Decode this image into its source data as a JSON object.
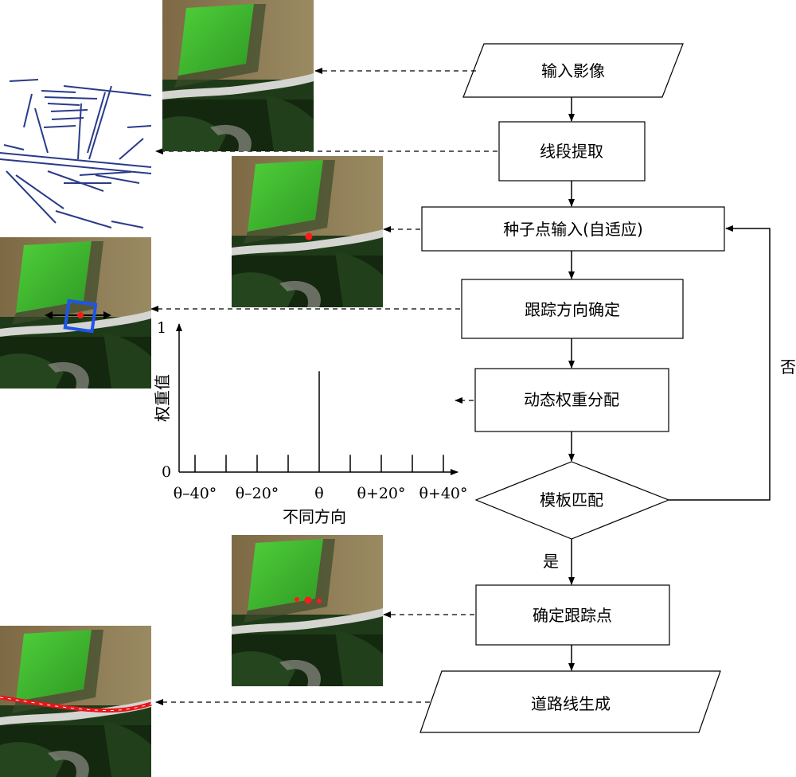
{
  "flowchart": {
    "input_image": "输入影像",
    "line_extraction": "线段提取",
    "seed_input": "种子点输入(自适应)",
    "direction": "跟踪方向确定",
    "weighting": "动态权重分配",
    "matching": "模板匹配",
    "tracking_point": "确定跟踪点",
    "road_generation": "道路线生成",
    "yes_label": "是",
    "no_label": "否"
  },
  "weight_chart": {
    "ylabel": "权重值",
    "xlabel": "不同方向",
    "y_top_label": "1",
    "y_zero_label": "0",
    "tick_labels": [
      "θ–40°",
      "θ–20°",
      "θ",
      "θ+20°",
      "θ+40°"
    ]
  },
  "chart_data": {
    "type": "bar",
    "title": "",
    "xlabel": "不同方向",
    "ylabel": "权重值",
    "ylim": [
      0,
      1
    ],
    "x": [
      -40,
      -30,
      -20,
      -10,
      0,
      10,
      20,
      30,
      40
    ],
    "categories": [
      "θ–40°",
      "θ–20°",
      "θ",
      "θ+20°",
      "θ+40°"
    ],
    "values": [
      0.12,
      0.12,
      0.12,
      0.12,
      0.7,
      0.12,
      0.12,
      0.12,
      0.12
    ]
  },
  "colors": {
    "vegetation": "#3fb52c",
    "road": "#c9c9c9",
    "seed_point": "#ff1a1a",
    "window": "#1e55e8",
    "segments": "#2a3a8a",
    "road_line": "#e8151b"
  }
}
